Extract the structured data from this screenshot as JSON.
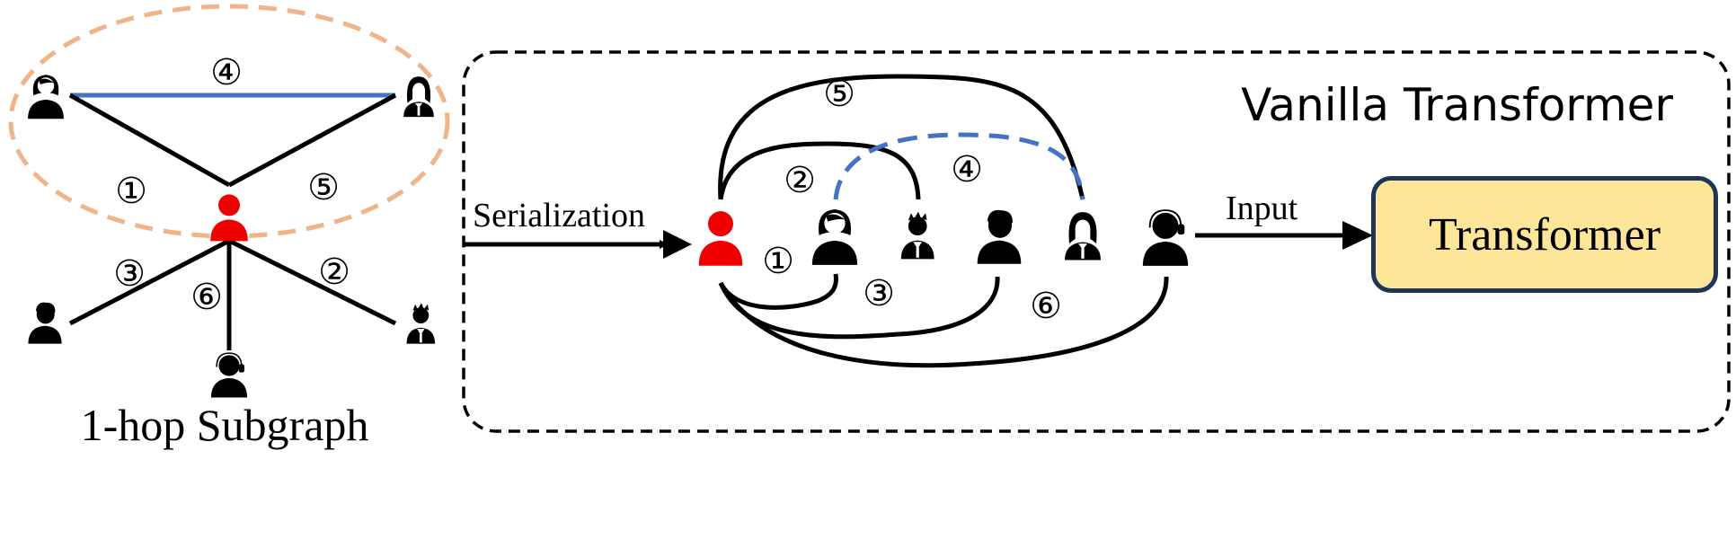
{
  "subgraph": {
    "caption": "1-hop Subgraph",
    "edge_labels": [
      "①",
      "②",
      "③",
      "④",
      "⑤",
      "⑥"
    ]
  },
  "pipeline": {
    "serialization_label": "Serialization",
    "input_label": "Input",
    "transformer_label": "Transformer",
    "vanilla_title": "Vanilla Transformer",
    "sequence_edge_labels": [
      "①",
      "②",
      "③",
      "④",
      "⑤",
      "⑥"
    ]
  },
  "colors": {
    "center_node": "#ee0000",
    "node": "#000000",
    "highlight_edge": "#4472c4",
    "ellipse": "#f0b48a",
    "transformer_fill": "#fde69a",
    "transformer_border": "#1f3557"
  },
  "icons": [
    "person-icon",
    "woman-icon",
    "man-icon",
    "spiky-hair-person-icon",
    "long-hair-woman-icon",
    "headset-person-icon"
  ]
}
